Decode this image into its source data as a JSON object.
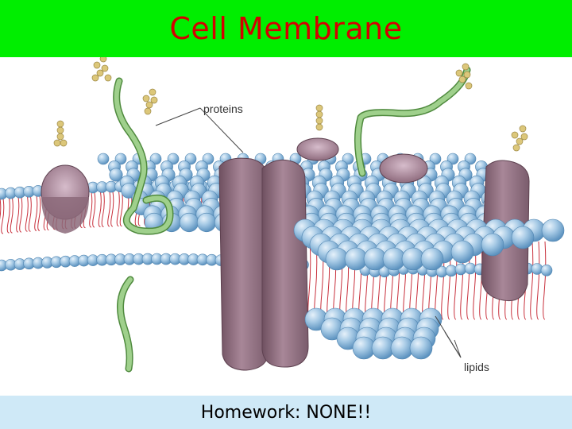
{
  "slide": {
    "title": "Cell Membrane",
    "footer": "Homework: NONE!!"
  },
  "diagram": {
    "labels": {
      "proteins": "proteins",
      "lipids": "lipids"
    },
    "icons": [
      "phospholipid-head-icon",
      "glycoprotein-chain-icon",
      "transmembrane-protein-icon"
    ]
  },
  "colors": {
    "title_bar": "#00ee00",
    "title_text": "#d40000",
    "footer_bar": "#cfe9f7",
    "lipid_head": "#7fb2d8",
    "lipid_head_light": "#c6def0",
    "lipid_tail": "#c8303c",
    "protein": "#8c6a7a",
    "protein_light": "#b796a6",
    "sugar_chain": "#9fd08c",
    "sugar_bead": "#dcc77a"
  }
}
